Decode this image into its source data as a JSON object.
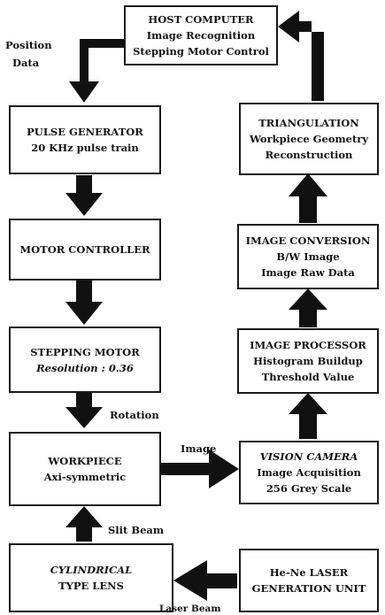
{
  "boxes": {
    "host": {
      "title": "HOST COMPUTER",
      "line2": "Image Recognition",
      "line3": "Stepping Motor Control"
    },
    "pulse": {
      "title": "PULSE GENERATOR",
      "line2": "20 KHz pulse train"
    },
    "motor_controller": {
      "title": "MOTOR CONTROLLER"
    },
    "stepping_motor": {
      "title": "STEPPING MOTOR",
      "line2": "Resolution : 0.36"
    },
    "workpiece": {
      "title": "WORKPIECE",
      "line2": "Axi-symmetric"
    },
    "lens": {
      "title": "CYLINDRICAL",
      "line2": "TYPE LENS"
    },
    "laser": {
      "title": "He-Ne LASER",
      "line2": "GENERATION UNIT"
    },
    "camera": {
      "title": "VISION CAMERA",
      "line2": "Image Acquisition",
      "line3": "256 Grey Scale"
    },
    "processor": {
      "title": "IMAGE PROCESSOR",
      "line2": "Histogram Buildup",
      "line3": "Threshold Value"
    },
    "conversion": {
      "title": "IMAGE CONVERSION",
      "line2": "B/W Image",
      "line3": "Image Raw Data"
    },
    "triangulation": {
      "title": "TRIANGULATION",
      "line2": "Workpiece Geometry",
      "line3": "Reconstruction"
    }
  },
  "labels": {
    "position_1": "Position",
    "position_2": "Data",
    "rotation": "Rotation",
    "image": "Image",
    "slit_beam": "Slit Beam",
    "laser_beam": "Laser Beam"
  },
  "colors": {
    "stroke": "#1a1a1a",
    "arrow": "#111111",
    "background": "#ffffff"
  }
}
